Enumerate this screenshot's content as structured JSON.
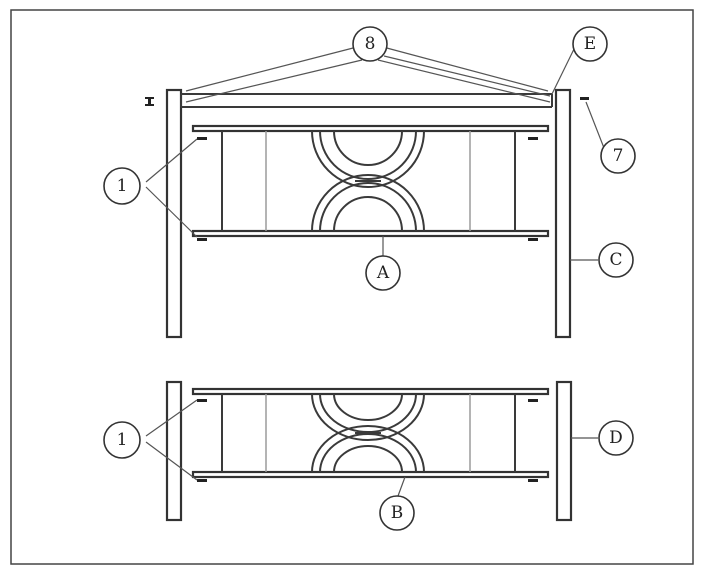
{
  "callouts": {
    "c8": "8",
    "cE": "E",
    "c7": "7",
    "c1_top": "1",
    "cA": "A",
    "cC": "C",
    "c1_bottom": "1",
    "cD": "D",
    "cB": "B"
  }
}
